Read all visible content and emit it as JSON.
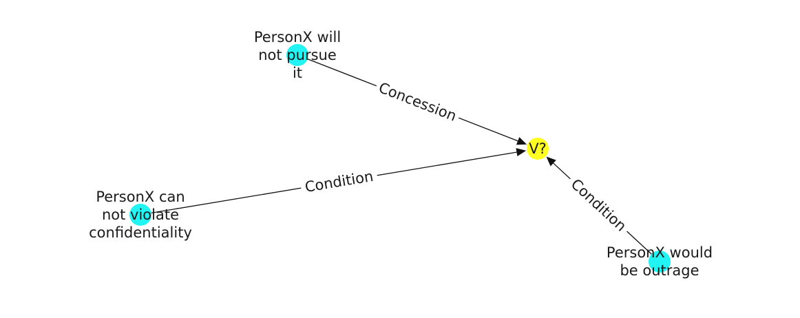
{
  "colors": {
    "source": "#22f4f4",
    "target": "#ffff22",
    "edge": "#111111"
  },
  "nodes": [
    {
      "id": "v",
      "lines": [
        "V?"
      ],
      "role": "target"
    },
    {
      "id": "n1",
      "lines": [
        "PersonX will",
        "not pursue",
        "it"
      ],
      "role": "source"
    },
    {
      "id": "n2",
      "lines": [
        "PersonX can",
        "not violate",
        "confidentiality"
      ],
      "role": "source"
    },
    {
      "id": "n3",
      "lines": [
        "PersonX would",
        "be outrage"
      ],
      "role": "source"
    }
  ],
  "edges": [
    {
      "from": "n1",
      "to": "v",
      "label": "Concession"
    },
    {
      "from": "n2",
      "to": "v",
      "label": "Condition"
    },
    {
      "from": "n3",
      "to": "v",
      "label": "Condition"
    }
  ]
}
